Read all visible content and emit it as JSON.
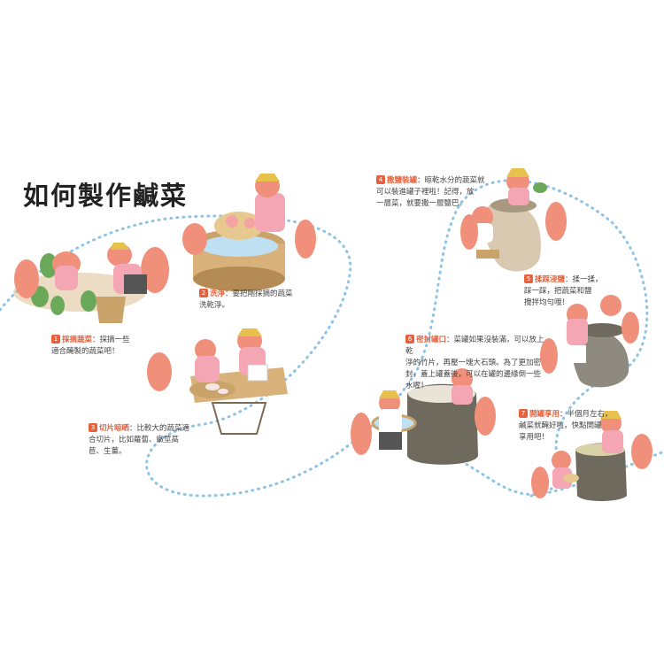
{
  "title": "如何製作鹹菜",
  "steps": [
    {
      "num": "1",
      "name": "採摘蔬菜",
      "desc": "：採摘一些\n適合醃製的蔬菜吧！"
    },
    {
      "num": "2",
      "name": "洗淨",
      "desc": "：要把剛採摘的蔬菜\n洗乾淨。"
    },
    {
      "num": "3",
      "name": "切片晾晒",
      "desc": "：比較大的蔬菜適\n合切片，比如蘿蔔、嫩莖萵\n苣、生薑。"
    },
    {
      "num": "4",
      "name": "撒鹽裝罐",
      "desc": "：晾乾水分的蔬菜就\n可以裝進罐子裡啦！記得，放\n一層菜，就要撒一層鹽巴。"
    },
    {
      "num": "5",
      "name": "揉踩浸鹽",
      "desc": "：揉一揉，\n踩一踩，把蔬菜和鹽\n攪拌均勻哦！"
    },
    {
      "num": "6",
      "name": "密封罐口",
      "desc": "：菜罐如果沒裝滿，可以放上乾\n淨的竹片，再壓一塊大石頭。為了更加密\n封，蓋上罐蓋後，可以在罐的邊緣倒一些\n水喔！"
    },
    {
      "num": "7",
      "name": "開罐享用",
      "desc": "：半個月左右，\n鹹菜就醃好啦，快點開罐\n享用吧！"
    }
  ],
  "colors": {
    "accent": "#e8613c",
    "path": "#8cc3e6",
    "fox": "#f0907a",
    "apron": "#f4a6b5",
    "jar": "#6f6a5e",
    "basket": "#c9a36a"
  }
}
